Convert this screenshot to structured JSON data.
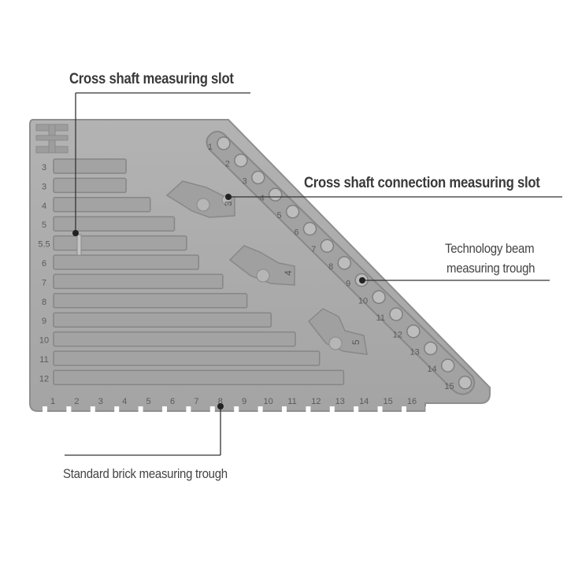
{
  "callouts": {
    "cross_shaft_slot": "Cross shaft measuring slot",
    "cross_shaft_connection": "Cross shaft connection measuring slot",
    "technology_beam_line1": "Technology beam",
    "technology_beam_line2": "measuring trough",
    "standard_brick": "Standard brick measuring trough"
  },
  "colors": {
    "tool_body": "#a9a9a9",
    "tool_edge": "#8c8c8c",
    "slot": "#9a9a9a",
    "callout_line": "#333333"
  },
  "row_labels": [
    "3",
    "3",
    "4",
    "5",
    "5.5",
    "6",
    "7",
    "8",
    "9",
    "10",
    "11",
    "12"
  ],
  "bottom_scale": [
    "1",
    "2",
    "3",
    "4",
    "5",
    "6",
    "7",
    "8",
    "9",
    "10",
    "11",
    "12",
    "13",
    "14",
    "15",
    "16"
  ],
  "beam_scale": [
    "1",
    "2",
    "3",
    "4",
    "5",
    "6",
    "7",
    "8",
    "9",
    "10",
    "11",
    "12",
    "13",
    "14",
    "15"
  ],
  "connector_labels": [
    "3",
    "4",
    "5"
  ]
}
